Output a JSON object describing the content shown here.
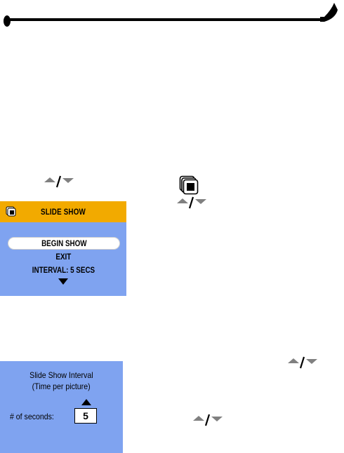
{
  "slideshow_menu": {
    "title": "SLIDE SHOW",
    "items": [
      {
        "label": "BEGIN SHOW",
        "selected": true
      },
      {
        "label": "EXIT",
        "selected": false
      },
      {
        "label": "INTERVAL: 5 SECS",
        "selected": false
      }
    ],
    "header_color": "#f2aa00",
    "screen_color": "#7fa3f0"
  },
  "interval_panel": {
    "title_line1": "Slide Show Interval",
    "title_line2": "(Time per picture)",
    "seconds_label": "# of seconds:",
    "seconds_value": "5"
  },
  "icons": {
    "navigation": "up-down-arrow-icon",
    "mode": "slideshow-mode-icon"
  }
}
